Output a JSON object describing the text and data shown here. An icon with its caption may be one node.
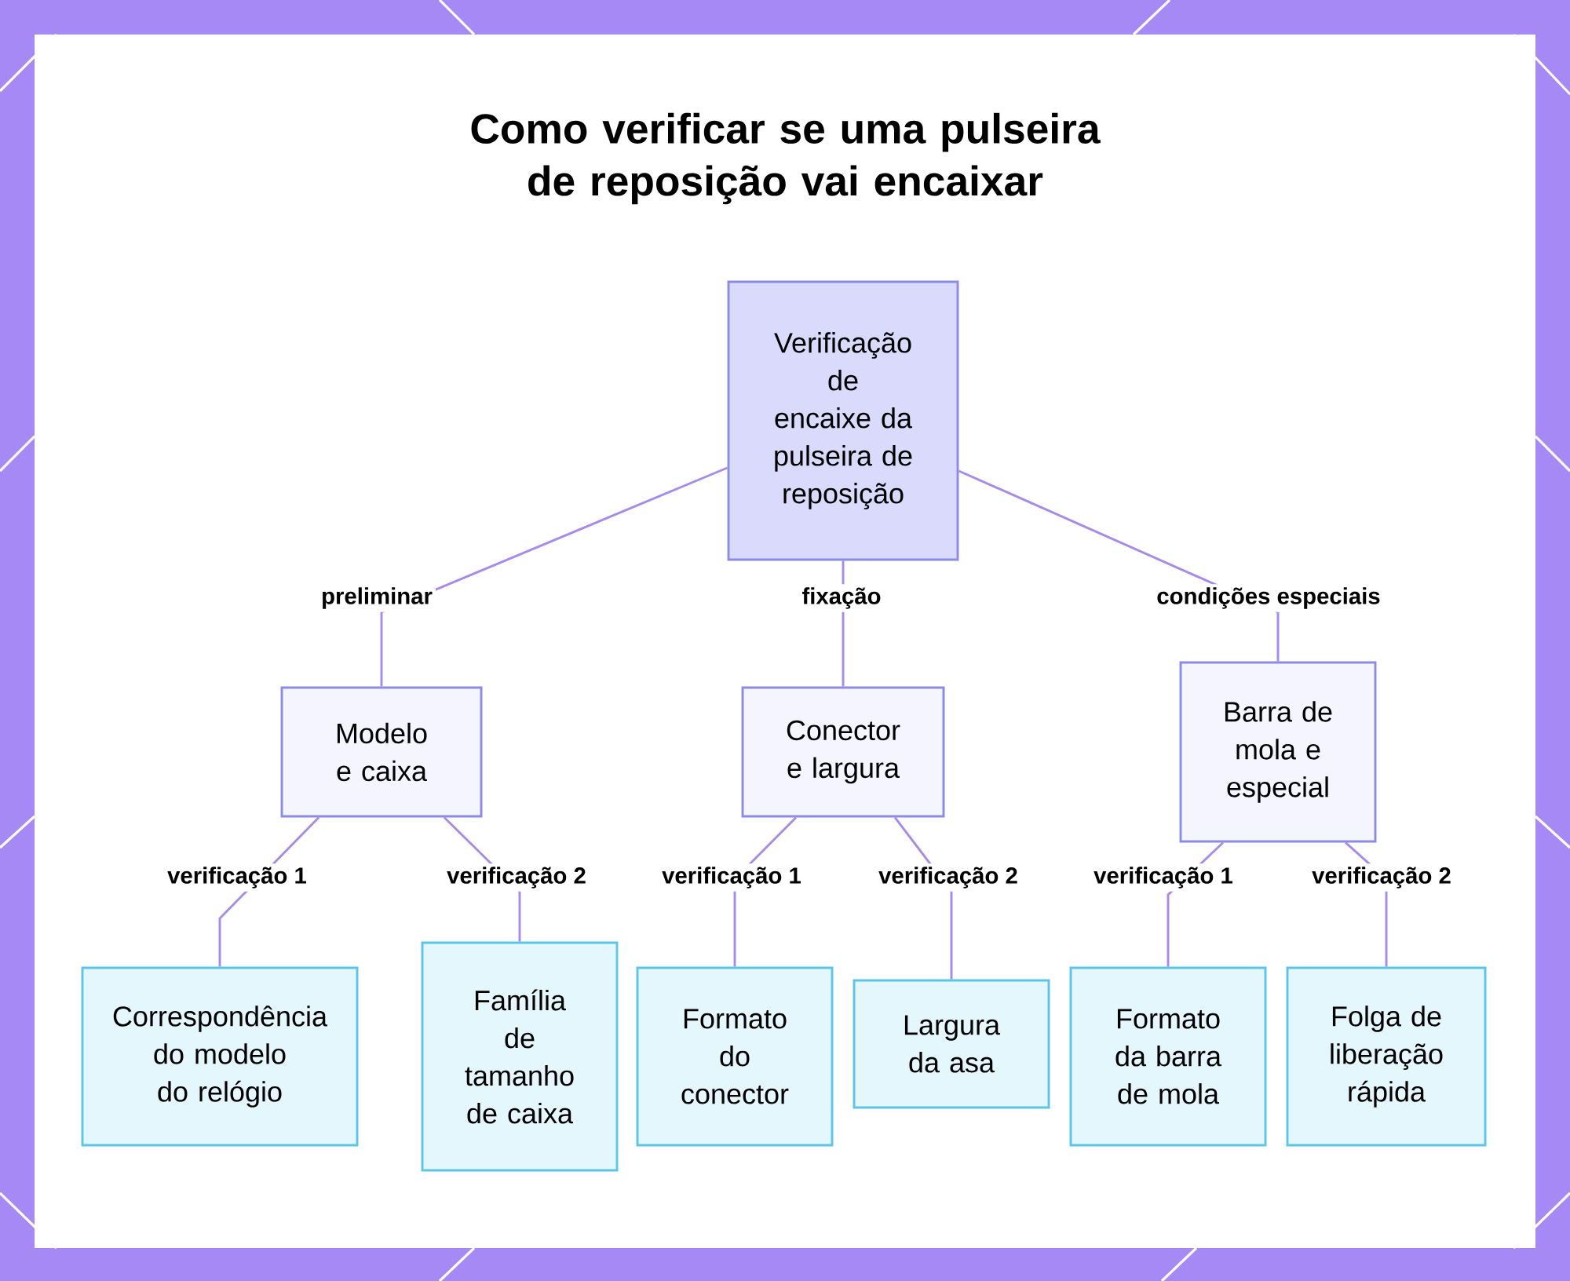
{
  "diagram": {
    "title": "Como verificar se uma pulseira de reposição vai encaixar",
    "nodes": [
      {
        "text": [
          "Verificação de encaixe da pulseira de reposição"
        ]
      },
      {
        "text": [
          "Modelo e caixa"
        ]
      },
      {
        "text": [
          "Conector e largura"
        ]
      },
      {
        "text": [
          "Barra de mola e especial"
        ]
      },
      {
        "text": [
          "Correspondência do modelo do relógio"
        ]
      },
      {
        "text": [
          "Família de tamanho de caixa"
        ]
      },
      {
        "text": [
          "Formato do conector"
        ]
      },
      {
        "text": [
          "Largura da asa"
        ]
      },
      {
        "text": [
          "Formato da barra de mola"
        ]
      },
      {
        "text": [
          "Folga de liberação rápida"
        ]
      }
    ],
    "edges": [
      {
        "from": 0,
        "to": 1,
        "arrow": "none",
        "label": "preliminar"
      },
      {
        "from": 0,
        "to": 2,
        "arrow": "none",
        "label": "fixação"
      },
      {
        "from": 0,
        "to": 3,
        "arrow": "none",
        "label": "condições especiais"
      },
      {
        "from": 1,
        "to": 4,
        "arrow": "none",
        "label": "verificação 1"
      },
      {
        "from": 1,
        "to": 5,
        "arrow": "none",
        "label": "verificação 2"
      },
      {
        "from": 2,
        "to": 6,
        "arrow": "none",
        "label": "verificação 1"
      },
      {
        "from": 2,
        "to": 7,
        "arrow": "none",
        "label": "verificação 2"
      },
      {
        "from": 3,
        "to": 8,
        "arrow": "none",
        "label": "verificação 1"
      },
      {
        "from": 3,
        "to": 9,
        "arrow": "none",
        "label": "verificação 2"
      }
    ]
  }
}
